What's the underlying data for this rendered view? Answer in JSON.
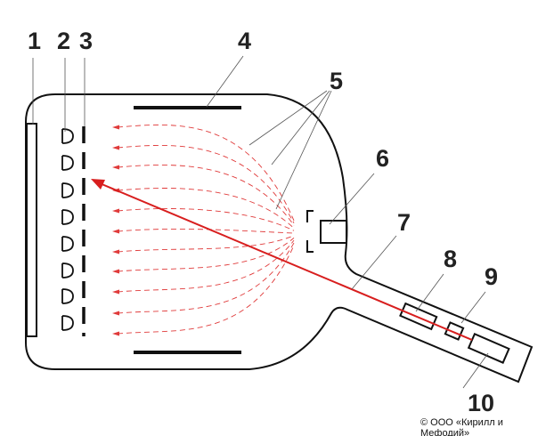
{
  "labels": [
    "1",
    "2",
    "3",
    "4",
    "5",
    "6",
    "7",
    "8",
    "9",
    "10"
  ],
  "copyright": "© ООО «Кирилл и Мефодий»",
  "colors": {
    "outline": "#111111",
    "beam": "#d81e1e",
    "field": "#e03a3a",
    "leader": "#555555"
  }
}
